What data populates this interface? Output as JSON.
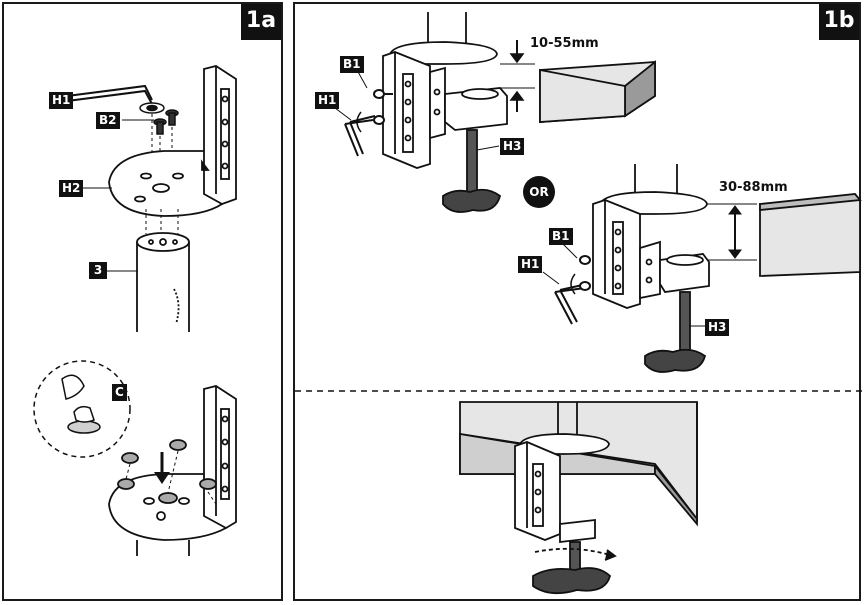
{
  "panel_a": {
    "badge": "1a",
    "labels": {
      "h1": "H1",
      "b2": "B2",
      "h2": "H2",
      "part3": "3",
      "c": "C"
    }
  },
  "panel_b": {
    "badge": "1b",
    "labels": {
      "b1_top": "B1",
      "h1_top": "H1",
      "h3_top": "H3",
      "b1_bot": "B1",
      "h1_bot": "H1",
      "h3_bot": "H3"
    },
    "dim_top": "10-55mm",
    "dim_bottom": "30-88mm",
    "or_text": "OR"
  },
  "colors": {
    "ink": "#111111",
    "gray": "#bdbdbd",
    "light_gray": "#e6e6e6",
    "mid_gray": "#9a9a9a"
  }
}
